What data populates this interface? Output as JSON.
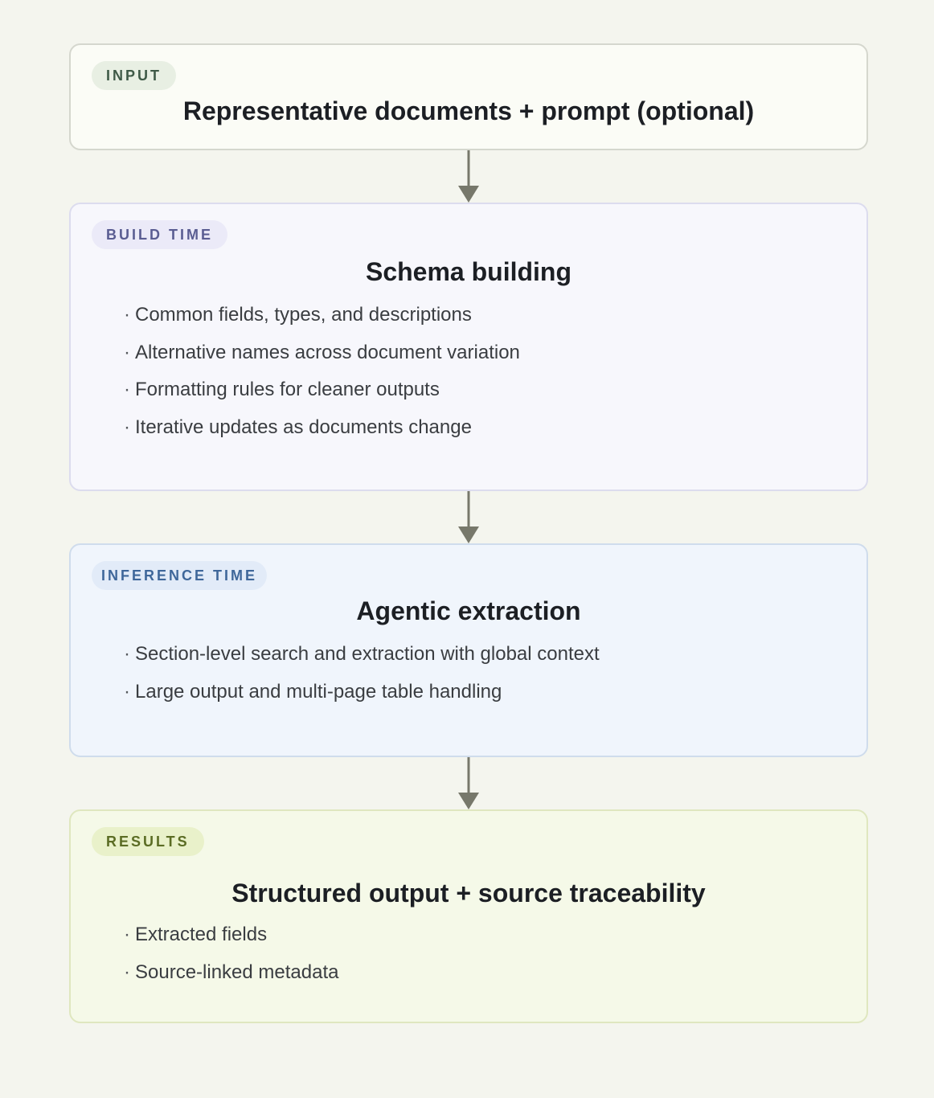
{
  "input": {
    "tag": "INPUT",
    "title": "Representative documents + prompt (optional)"
  },
  "build": {
    "tag": "BUILD TIME",
    "title": "Schema building",
    "items": [
      "Common fields, types, and descriptions",
      "Alternative names across document variation",
      "Formatting rules for cleaner outputs",
      "Iterative updates as documents change"
    ]
  },
  "inference": {
    "tag": "INFERENCE TIME",
    "title": "Agentic extraction",
    "items": [
      "Section-level search and extraction with global context",
      "Large output and multi-page table handling"
    ]
  },
  "results": {
    "tag": "RESULTS",
    "title": "Structured output + source traceability",
    "items": [
      "Extracted fields",
      "Source-linked metadata"
    ]
  },
  "colors": {
    "background": "#f4f5ee",
    "arrow": "#77786b",
    "input_tag": "#3f5a47",
    "build_tag": "#5a5d92",
    "inference_tag": "#3f679a",
    "results_tag": "#5b6c24"
  }
}
